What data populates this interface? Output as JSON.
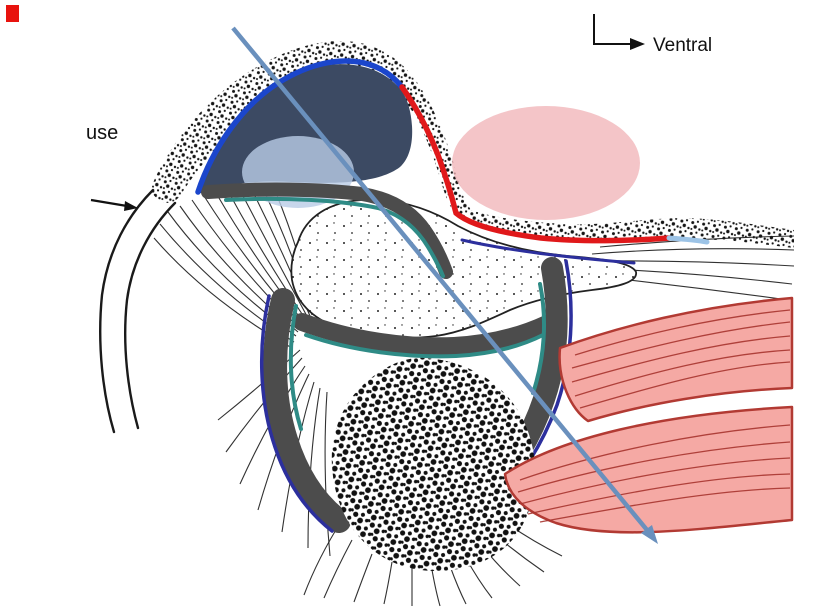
{
  "figure": {
    "kind": "anatomical diagram",
    "subject": "temporomandibular joint sagittal section with colored annotation overlays",
    "labels": {
      "ventral": "Ventral",
      "left_edge_partial": "use"
    },
    "colors": {
      "ink": "#151515",
      "corner_mark": "#e8130e",
      "diagonal_arrow": "#6a90bd",
      "superior_line": "#1b46cc",
      "eminence_line": "#e0181a",
      "light_blue_segment": "#9cc3e6",
      "teal_line": "#2f8b86",
      "upper_cavity": "#3c4a63",
      "light_blue_patch": "#b9cce6",
      "highlight": "#f0b2b6",
      "muscle_fill": "#f5a9a4",
      "muscle_outline": "#b23a33",
      "capsule_gray": "#4c4c4c",
      "capsule_blue_edge": "#2c2f9d"
    }
  }
}
